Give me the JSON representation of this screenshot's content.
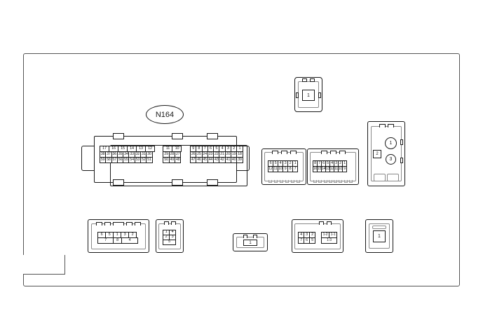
{
  "diagram": {
    "label": "N164",
    "connectors": {
      "n164": {
        "name": "N164",
        "rows": [
          {
            "cells": [
              "17",
              "16",
              "15",
              "14",
              "13",
              "12"
            ]
          },
          {
            "cells": [
              "38",
              "37",
              "36",
              "35",
              "34",
              "33",
              "32",
              "31",
              "30"
            ]
          },
          {
            "cells": [
              "59",
              "58",
              "57",
              "56",
              "55",
              "54",
              "53",
              "52",
              "51"
            ]
          }
        ],
        "mid_rows": [
          {
            "cells": [
              "11",
              "10"
            ]
          },
          {
            "cells": [
              "29",
              "28",
              "27"
            ]
          },
          {
            "cells": [
              "50",
              "49",
              "48"
            ]
          }
        ],
        "right_rows": [
          {
            "cells": [
              "9",
              "8",
              "7",
              "6",
              "5",
              "4",
              "3",
              "2",
              "1"
            ]
          },
          {
            "cells": [
              "26",
              "25",
              "24",
              "23",
              "22",
              "21",
              "20",
              "19",
              "18"
            ]
          },
          {
            "cells": [
              "47",
              "46",
              "45",
              "44",
              "43",
              "42",
              "41",
              "40",
              "39"
            ]
          }
        ]
      },
      "top_single": {
        "pin": "1"
      },
      "twelve_pin": {
        "rows": [
          {
            "cells": [
              "6",
              "5",
              "4",
              "3",
              "2",
              "1"
            ]
          },
          {
            "cells": [
              "12",
              "11",
              "10",
              "9",
              "8",
              "7"
            ]
          }
        ]
      },
      "sixteen_pin": {
        "rows": [
          {
            "cells": [
              "8",
              "7",
              "6",
              "5",
              "4",
              "3",
              "2",
              "1"
            ]
          },
          {
            "cells": [
              "16",
              "15",
              "14",
              "13",
              "12",
              "11",
              "10",
              "9"
            ]
          }
        ]
      },
      "right_three": {
        "pin_1": "1",
        "pin_2": "2",
        "pin_3": "3"
      },
      "bottom_eight": {
        "top_cells": [
          "6",
          "5",
          "1",
          "3",
          "2"
        ],
        "bottom_cells": [
          "7",
          "8",
          "4"
        ]
      },
      "bottom_five": {
        "rows": [
          {
            "cells": [
              "1",
              "4"
            ]
          },
          {
            "cells": [
              "2",
              "3"
            ]
          }
        ],
        "span_cell": "5"
      },
      "bottom_wide_single": {
        "pin": "1"
      },
      "bottom_combo": {
        "left_rows": [
          {
            "cells": [
              "4",
              "3",
              "2"
            ]
          },
          {
            "cells": [
              "7",
              "6",
              "5"
            ]
          }
        ],
        "right_top": [
          "1-2",
          "1-1"
        ],
        "right_bottom": "1-3"
      },
      "bottom_right_single": {
        "pin": "1"
      }
    }
  }
}
